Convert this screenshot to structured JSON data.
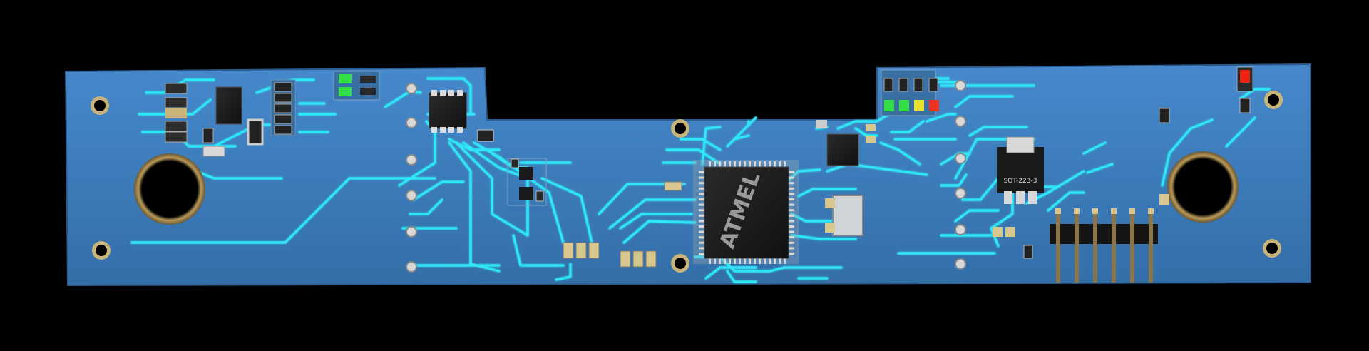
{
  "image": {
    "background_color": "#000000",
    "board_color": "#3f7fc1",
    "trace_color": "#2ee6f5",
    "pad_color": "#c9b57a"
  },
  "microcontroller": {
    "logo_text": "ATMEL"
  },
  "regulator": {
    "package_label": "SOT-223-3"
  },
  "status_leds": {
    "colors": [
      "#33dd44",
      "#33dd44",
      "#e8e030",
      "#ee3322"
    ]
  },
  "power_leds": {
    "colors": [
      "#33dd44",
      "#33dd44"
    ]
  },
  "corner_led": {
    "color": "#ee2211"
  },
  "pin_header": {
    "pin_count": 6
  }
}
